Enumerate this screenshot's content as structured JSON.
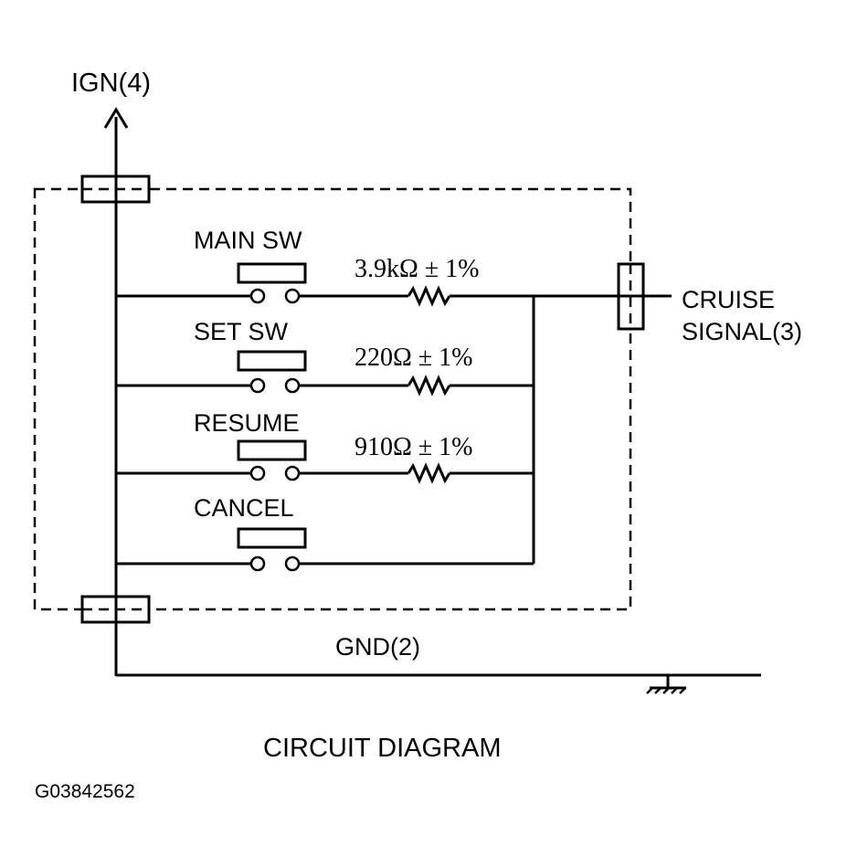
{
  "diagram": {
    "title": "CIRCUIT DIAGRAM",
    "figure_id": "G03842562",
    "terminals": {
      "ign": "IGN(4)",
      "gnd": "GND(2)",
      "signal_line1": "CRUISE",
      "signal_line2": "SIGNAL(3)"
    },
    "switches": [
      {
        "label": "MAIN SW",
        "resistor": "3.9kΩ ± 1%"
      },
      {
        "label": "SET SW",
        "resistor": "220Ω ± 1%"
      },
      {
        "label": "RESUME",
        "resistor": "910Ω ± 1%"
      },
      {
        "label": "CANCEL",
        "resistor": ""
      }
    ]
  }
}
